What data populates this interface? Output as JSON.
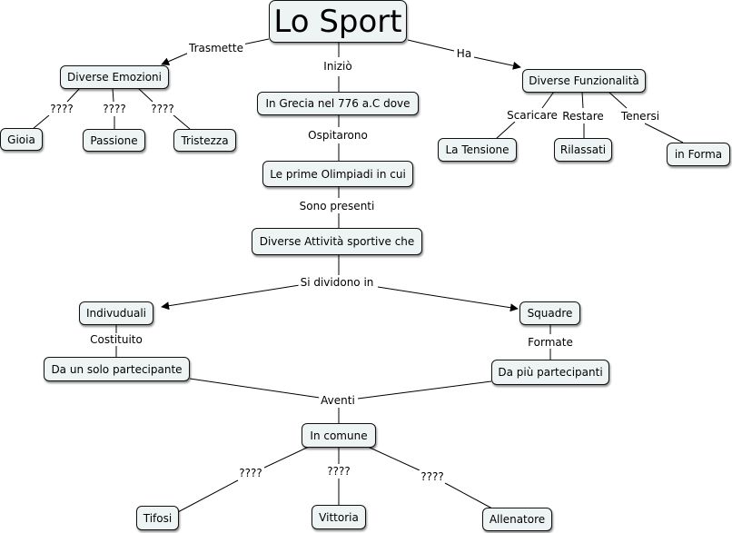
{
  "nodes": {
    "main": "Lo Sport",
    "emozioni": "Diverse Emozioni",
    "grecia": "In Grecia nel 776 a.C dove",
    "funzionalita": "Diverse Funzionalità",
    "gioia": "Gioia",
    "passione": "Passione",
    "tristezza": "Tristezza",
    "tensione": "La Tensione",
    "rilassati": "Rilassati",
    "forma": "in Forma",
    "olimpiadi": "Le prime Olimpiadi in cui",
    "attivita": "Diverse Attività sportive che",
    "individuali": "Indivuduali",
    "squadre": "Squadre",
    "solo": "Da un solo partecipante",
    "piu": "Da più partecipanti",
    "comune": "In comune",
    "tifosi": "Tifosi",
    "vittoria": "Vittoria",
    "allenatore": "Allenatore"
  },
  "links": {
    "trasmette": "Trasmette",
    "inizio": "Iniziò",
    "ha": "Ha",
    "q_gioia": "????",
    "q_passione": "????",
    "q_tristezza": "????",
    "scaricare": "Scaricare",
    "restare": "Restare",
    "tenersi": "Tenersi",
    "ospitarono": "Ospitarono",
    "sono_presenti": "Sono presenti",
    "si_dividono": "Si dividono in",
    "costituito": "Costituito",
    "formate": "Formate",
    "aventi": "Aventi",
    "q_tifosi": "????",
    "q_vittoria": "????",
    "q_allenatore": "????"
  }
}
